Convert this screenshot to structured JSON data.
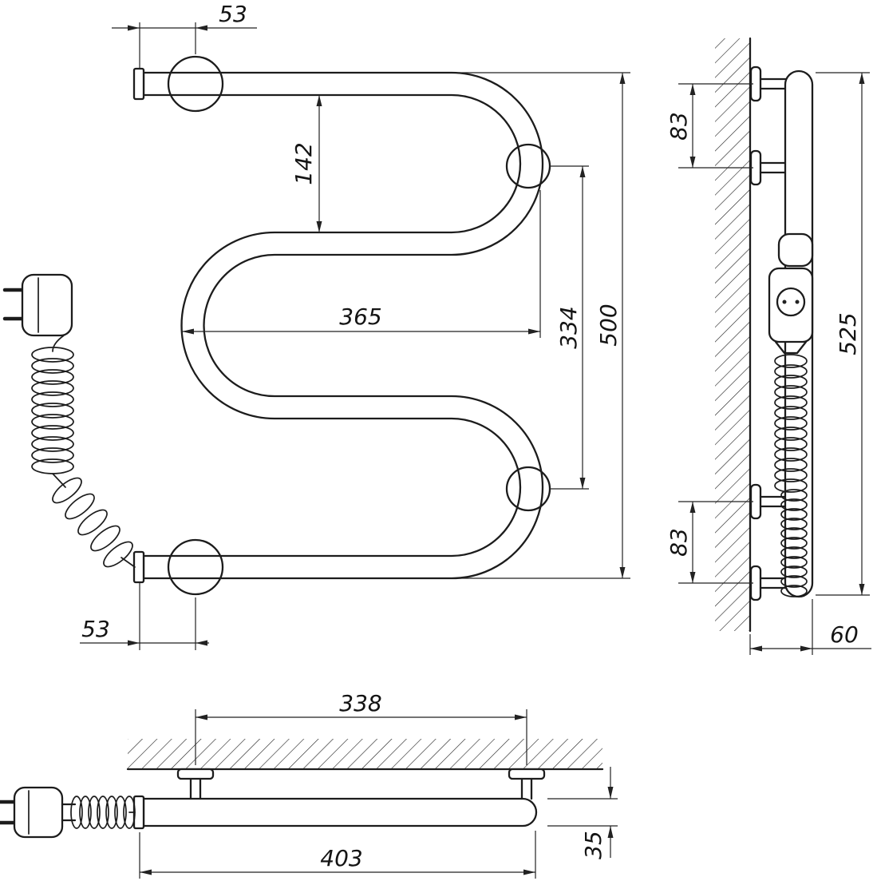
{
  "colors": {
    "line": "#1c1c1c",
    "background": "#ffffff"
  },
  "views": {
    "front": {
      "dims": {
        "top_offset": "53",
        "first_bend_gap": "142",
        "inner_width": "365",
        "bracket_span": "334",
        "overall_height": "500",
        "bottom_offset": "53"
      }
    },
    "side": {
      "dims": {
        "upper_bracket_gap": "83",
        "lower_bracket_gap": "83",
        "overall_height": "525",
        "wall_offset": "60"
      }
    },
    "bottom": {
      "dims": {
        "bracket_span": "338",
        "overall_length": "403",
        "tube_size": "35"
      }
    }
  }
}
